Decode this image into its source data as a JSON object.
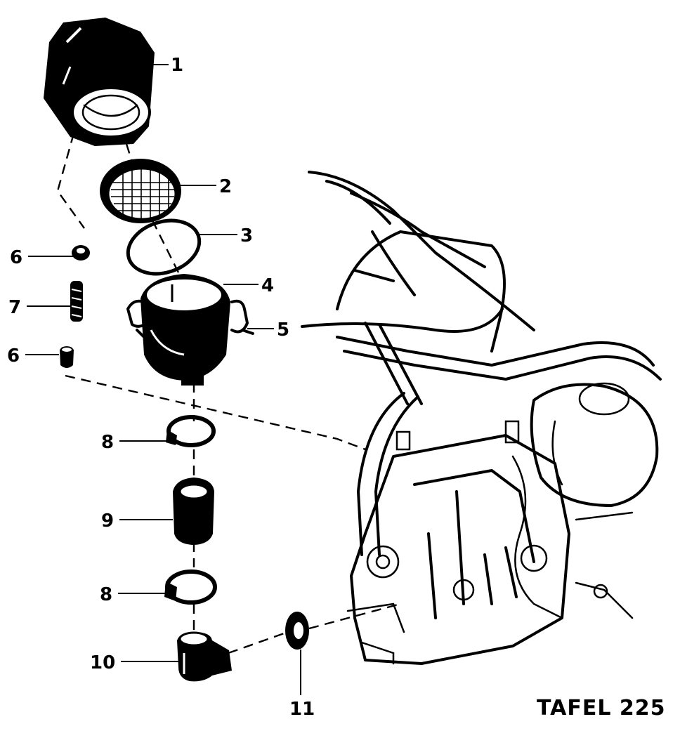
{
  "plate": {
    "title": "TAFEL 225"
  },
  "callouts": [
    {
      "id": "1",
      "label": "1"
    },
    {
      "id": "2",
      "label": "2"
    },
    {
      "id": "3",
      "label": "3"
    },
    {
      "id": "4",
      "label": "4"
    },
    {
      "id": "5",
      "label": "5"
    },
    {
      "id": "6a",
      "label": "6"
    },
    {
      "id": "7",
      "label": "7"
    },
    {
      "id": "6b",
      "label": "6"
    },
    {
      "id": "8a",
      "label": "8"
    },
    {
      "id": "9",
      "label": "9"
    },
    {
      "id": "8b",
      "label": "8"
    },
    {
      "id": "10",
      "label": "10"
    },
    {
      "id": "11",
      "label": "11"
    }
  ]
}
